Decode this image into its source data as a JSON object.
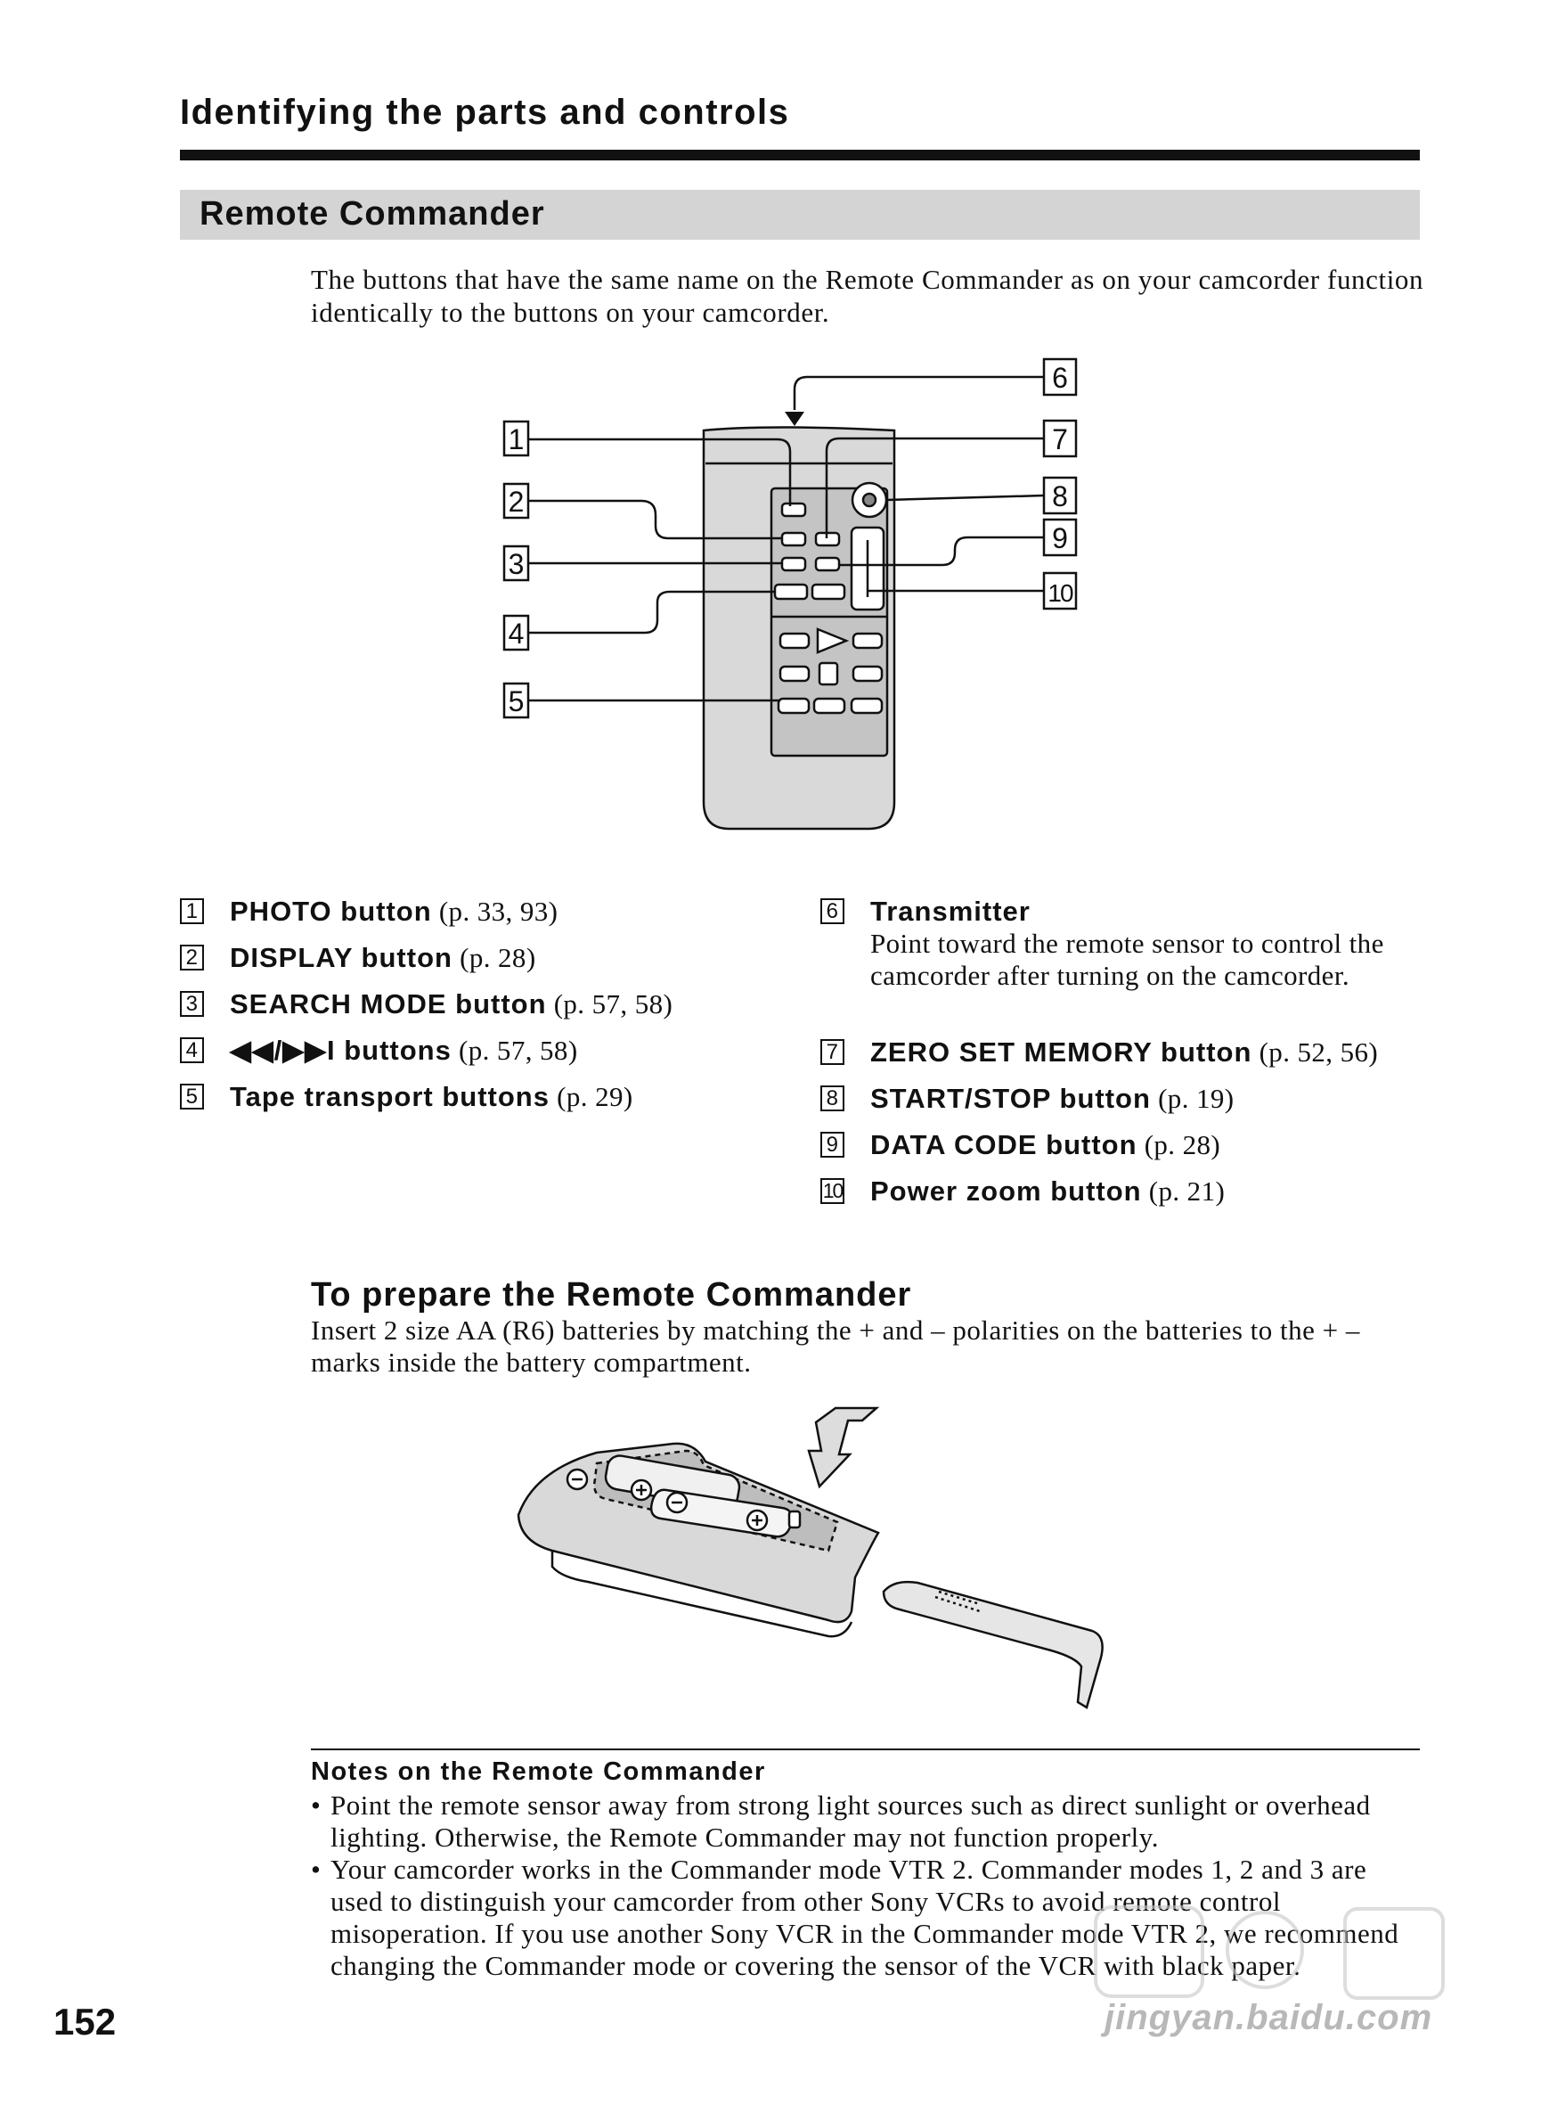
{
  "header": {
    "section_title": "Identifying the parts and controls",
    "subsection_title": "Remote Commander"
  },
  "intro_text": "The buttons that have the same name on the Remote Commander as on your camcorder function identically to the buttons on your camcorder.",
  "figure_callouts": [
    "1",
    "2",
    "3",
    "4",
    "5",
    "6",
    "7",
    "8",
    "9",
    "10"
  ],
  "parts_left": [
    {
      "num": "1",
      "label": "PHOTO button",
      "ref": "(p. 33, 93)"
    },
    {
      "num": "2",
      "label": "DISPLAY button",
      "ref": "(p. 28)"
    },
    {
      "num": "3",
      "label": "SEARCH MODE button",
      "ref": "(p. 57, 58)"
    },
    {
      "num": "4",
      "label": "◀◀/▶▶I buttons",
      "ref": "(p. 57, 58)"
    },
    {
      "num": "5",
      "label": "Tape transport buttons",
      "ref": "(p. 29)"
    }
  ],
  "parts_right": [
    {
      "num": "6",
      "label": "Transmitter",
      "ref": "",
      "desc": "Point toward the remote sensor to control the camcorder after turning on the camcorder."
    },
    {
      "num": "7",
      "label": "ZERO SET MEMORY button",
      "ref": "(p. 52, 56)"
    },
    {
      "num": "8",
      "label": "START/STOP button",
      "ref": "(p. 19)"
    },
    {
      "num": "9",
      "label": "DATA CODE button",
      "ref": "(p. 28)"
    },
    {
      "num": "10",
      "label": "Power zoom button",
      "ref": "(p. 21)"
    }
  ],
  "prepare": {
    "title": "To prepare the Remote Commander",
    "text": "Insert 2 size AA (R6) batteries by matching the + and – polarities on the batteries to the + – marks inside the battery compartment."
  },
  "notes": {
    "title": "Notes on the Remote Commander",
    "items": [
      "Point the remote sensor away from strong light sources such as direct sunlight or overhead lighting. Otherwise, the Remote Commander may not function properly.",
      "Your camcorder works in the Commander mode VTR 2. Commander modes 1, 2 and 3 are used to distinguish your camcorder from other Sony VCRs to avoid remote control misoperation. If you use another Sony VCR in the Commander mode VTR 2, we recommend changing the Commander mode or covering the sensor of the VCR with black paper."
    ]
  },
  "page_number": "152",
  "watermark": {
    "text": "jingyan.baidu.com"
  },
  "colors": {
    "ink": "#111111",
    "section_bar": "#d4d4d4",
    "remote_body": "#d9d9d9",
    "remote_panel": "#c4c4c4"
  }
}
